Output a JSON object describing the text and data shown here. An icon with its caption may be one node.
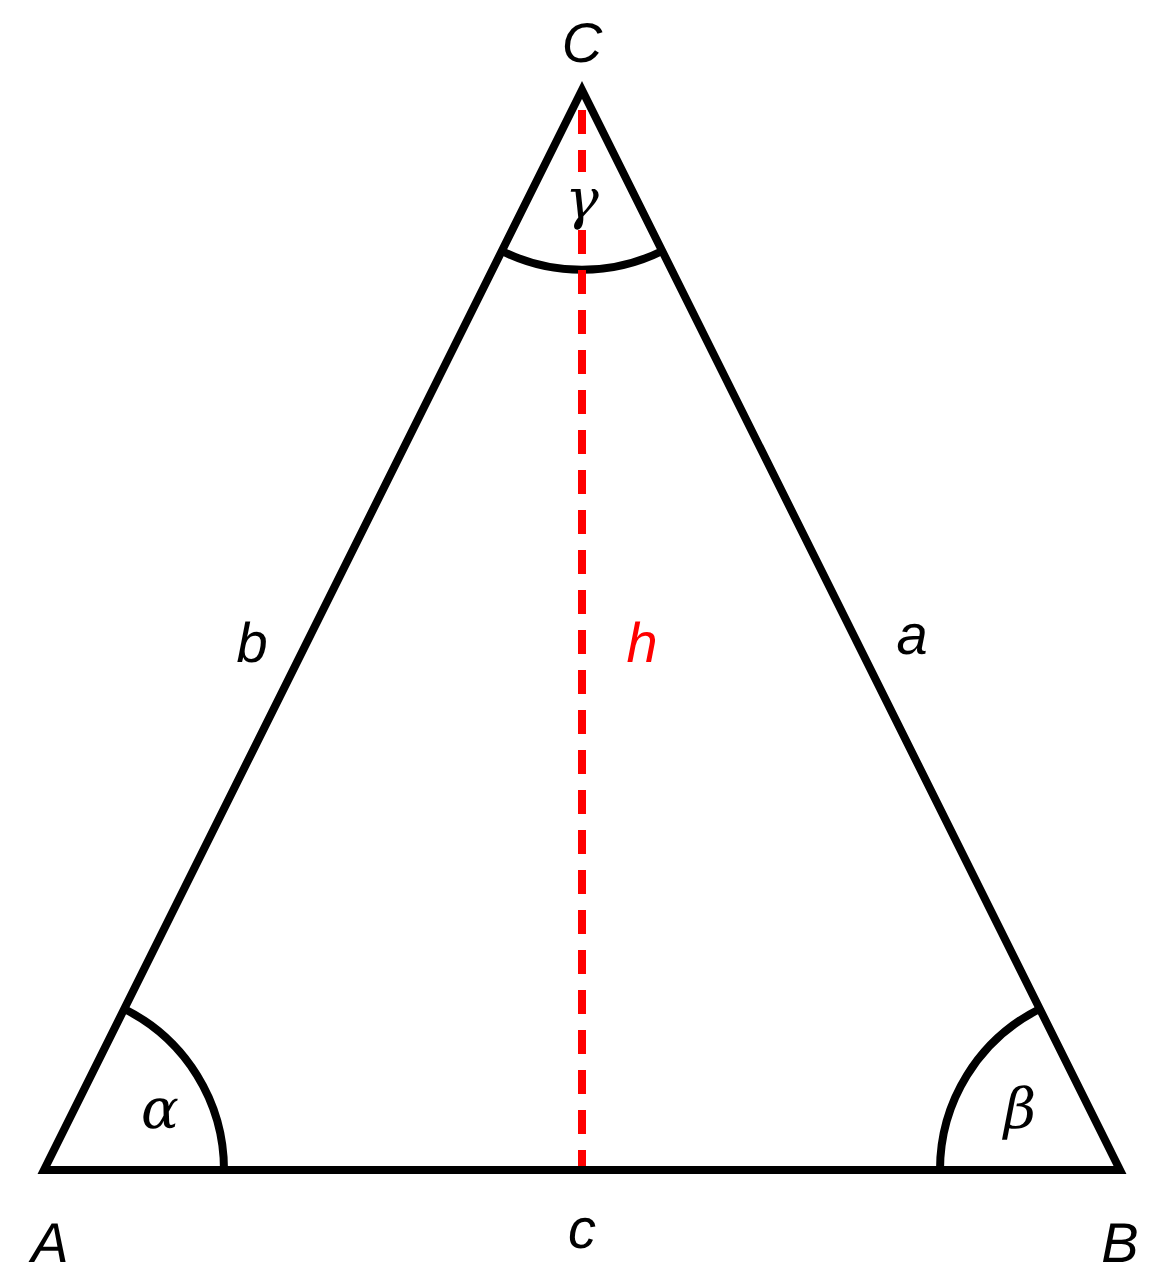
{
  "diagram": {
    "labels": [
      "C",
      "γ",
      "b",
      "h",
      "a",
      "α",
      "β",
      "A",
      "c",
      "B"
    ]
  }
}
